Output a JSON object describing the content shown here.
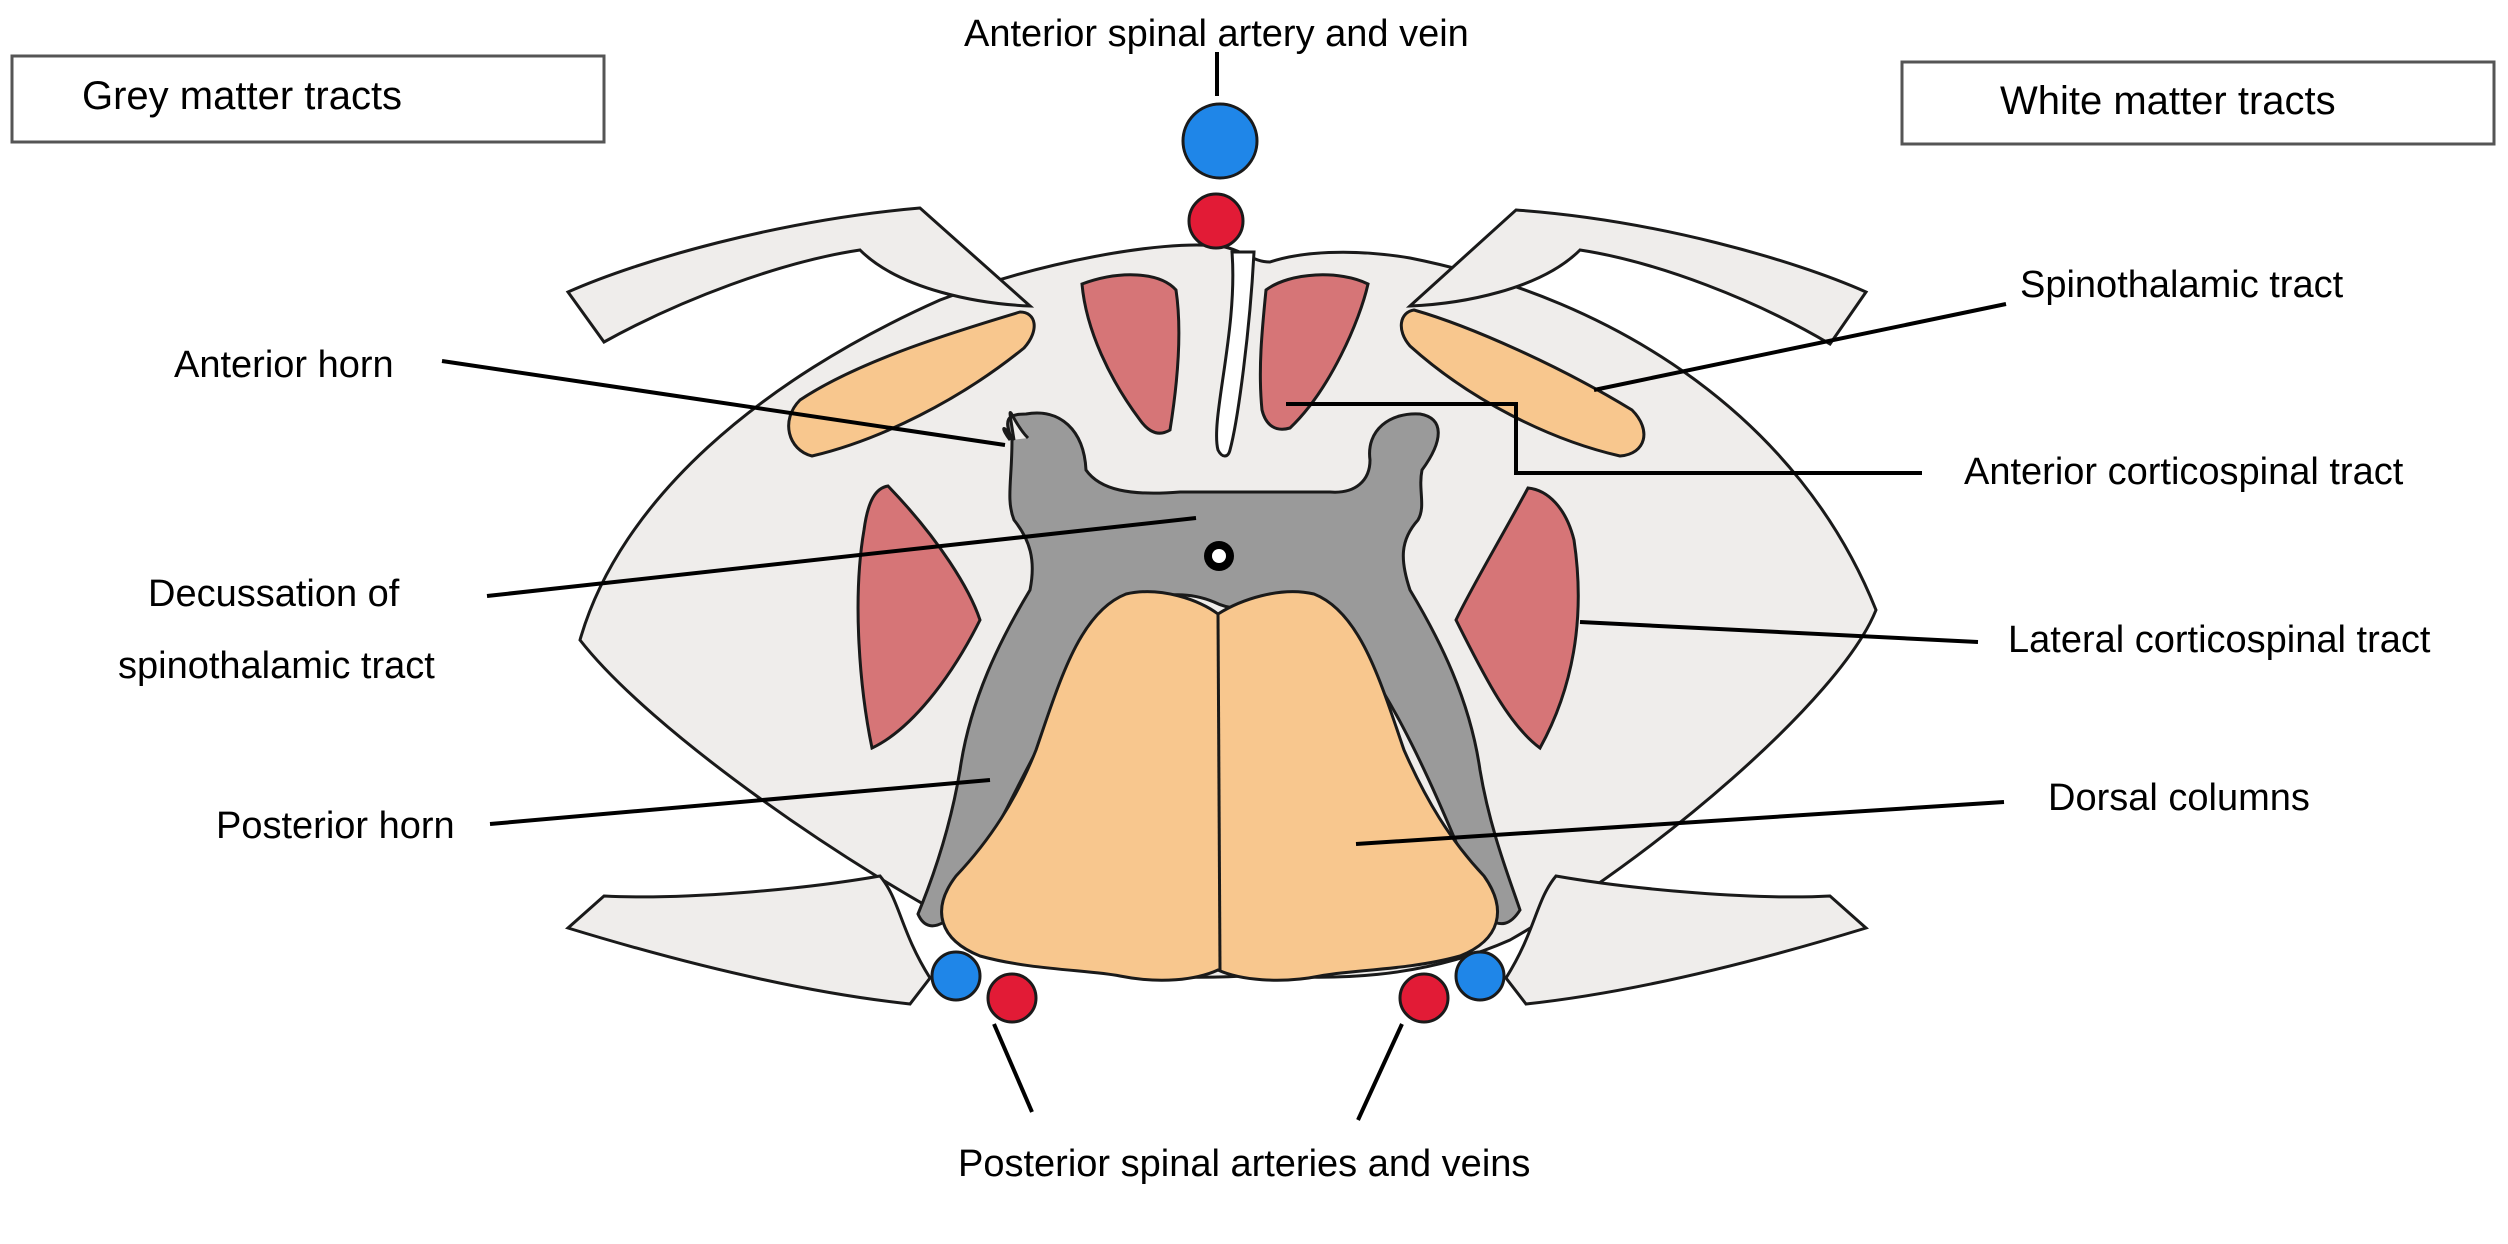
{
  "legend": {
    "grey_matter": "Grey matter tracts",
    "white_matter": "White matter tracts"
  },
  "labels": {
    "anterior_spinal": "Anterior spinal artery and vein",
    "anterior_horn": "Anterior horn",
    "decussation_line1": "Decussation of",
    "decussation_line2": "spinothalamic tract",
    "posterior_horn": "Posterior horn",
    "spinothalamic": "Spinothalamic tract",
    "anterior_corticospinal": "Anterior corticospinal tract",
    "lateral_corticospinal": "Lateral corticospinal tract",
    "dorsal_columns": "Dorsal columns",
    "posterior_spinal": "Posterior spinal arteries and veins"
  },
  "colors": {
    "white_matter": "#efedeb",
    "grey_matter": "#9a9a9a",
    "sensory_tract": "#f8c78e",
    "motor_tract": "#d67577",
    "artery": "#e21b36",
    "vein": "#1f86e8",
    "outline": "#1a1a1a"
  }
}
